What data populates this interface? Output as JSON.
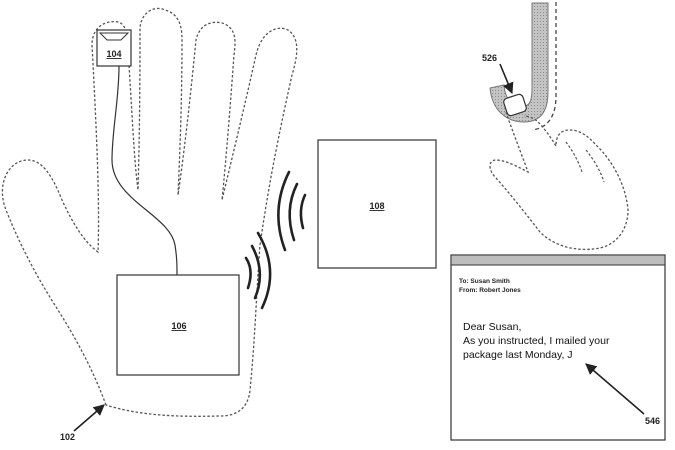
{
  "labels": {
    "hand": "102",
    "sensor": "104",
    "device": "106",
    "receiver": "108",
    "fingertip": "526",
    "cursor": "546"
  },
  "letter": {
    "to_line": "To: Susan Smith",
    "from_line": "From: Robert Jones",
    "greeting": "Dear Susan,",
    "line1": "As you instructed, I mailed your",
    "line2": "package last Monday, J"
  },
  "gesture": {
    "traced_letter": "J"
  },
  "colors": {
    "line": "#333333",
    "letter_fill": "#b8b8b8",
    "title_bar": "#bdbdbd"
  }
}
